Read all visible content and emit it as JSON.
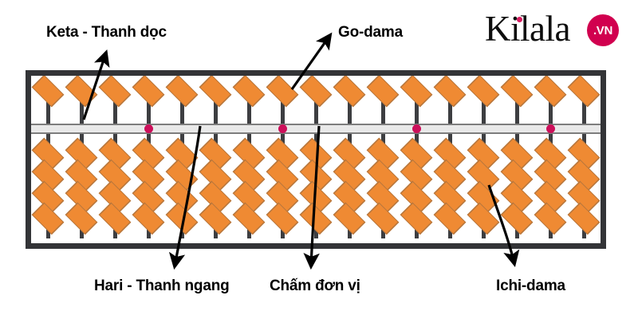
{
  "diagram": {
    "title": "Soroban abacus parts diagram",
    "labels": [
      {
        "id": "keta",
        "text": "Keta - Thanh dọc"
      },
      {
        "id": "godama",
        "text": "Go-dama"
      },
      {
        "id": "hari",
        "text": "Hari - Thanh ngang"
      },
      {
        "id": "chamdonvi",
        "text": "Chấm đơn vị"
      },
      {
        "id": "ichidama",
        "text": "Ichi-dama"
      }
    ]
  },
  "logo": {
    "wordmark": "Kilala",
    "badge": ".VN",
    "badge_color": "#d1004f",
    "dot_color": "#d81b60",
    "text_color": "#0d0d0d"
  },
  "abacus": {
    "columns": 17,
    "upper_beads_per_column": 1,
    "lower_beads_per_column": 4,
    "unit_dot_columns": [
      3,
      7,
      11,
      15
    ],
    "colors": {
      "bead_fill": "#ef8a33",
      "bead_border": "#b5763d",
      "rod": "#3d3e41",
      "frame": "#333437",
      "hari_bar": "#e9e9e9",
      "hari_edge": "#7d7d7d",
      "unit_dot": "#cc0f5a",
      "background": "#ffffff"
    }
  },
  "arrows": [
    {
      "id": "arrow-keta",
      "from": "rod",
      "to": "label-keta"
    },
    {
      "id": "arrow-godama",
      "from": "upper-bead",
      "to": "label-godama"
    },
    {
      "id": "arrow-hari",
      "from": "hari-bar",
      "to": "label-hari"
    },
    {
      "id": "arrow-chamdonvi",
      "from": "unit-dot",
      "to": "label-chamdonvi"
    },
    {
      "id": "arrow-ichidama",
      "from": "lower-bead",
      "to": "label-ichidama"
    }
  ]
}
